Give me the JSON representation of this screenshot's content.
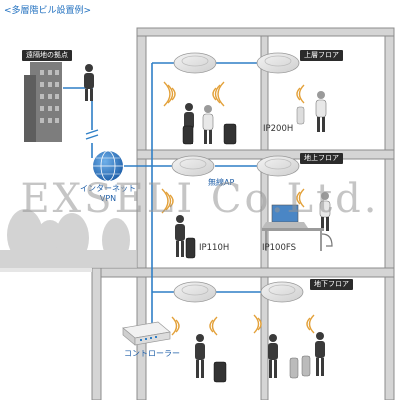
{
  "title": "<多層階ビル設置例>",
  "remote_site_label": "遠隔地の拠点",
  "network_label": "インターネット\nVPN",
  "ap_label": "無線AP",
  "controller_label": "コントローラー",
  "floors": {
    "upper": "上層フロア",
    "ground": "地上フロア",
    "basement": "地下フロア"
  },
  "models": {
    "ip200h": "IP200H",
    "ip110h": "IP110H",
    "ip100fs": "IP100FS"
  },
  "watermark": "EXSELI Co.Ltd.",
  "colors": {
    "line": "#2f7fc6",
    "wall": "#8c8c8c",
    "floor": "#cfcfcf",
    "tag_bg": "#2b2b2b",
    "label": "#1f5fa8"
  }
}
